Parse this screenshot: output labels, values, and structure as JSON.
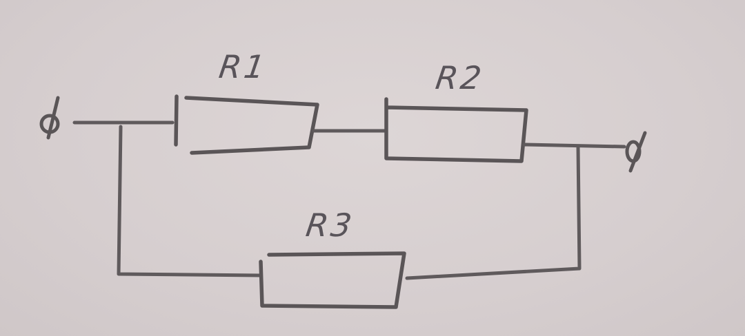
{
  "diagram": {
    "type": "circuit",
    "description": "Hand-drawn circuit: R1 and R2 in series, combined in parallel with R3, between two terminals",
    "colors": {
      "paper": "#d9d1d2",
      "ink": "#5a5557"
    },
    "components": [
      {
        "id": "R1",
        "label": "R1",
        "kind": "resistor"
      },
      {
        "id": "R2",
        "label": "R2",
        "kind": "resistor"
      },
      {
        "id": "R3",
        "label": "R3",
        "kind": "resistor"
      }
    ],
    "terminals": [
      {
        "id": "left",
        "symbol": "ϕ"
      },
      {
        "id": "right",
        "symbol": "ϕ"
      }
    ],
    "topology": "(R1 + R2) || R3"
  }
}
